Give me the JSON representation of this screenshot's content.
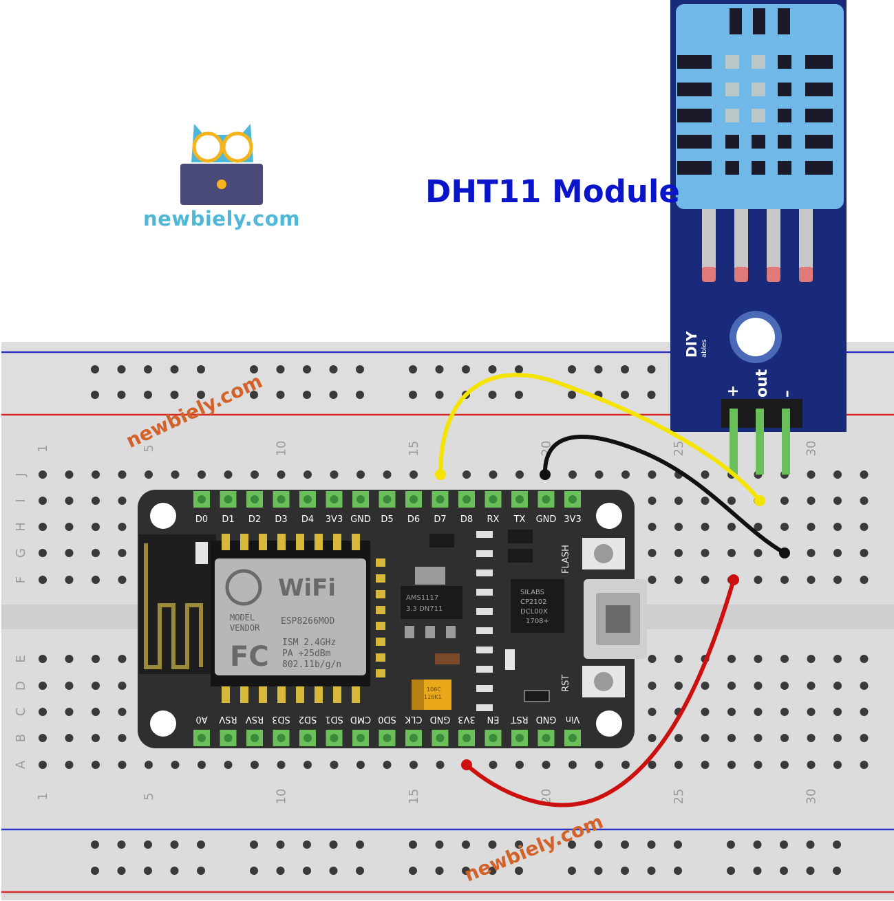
{
  "brand": {
    "name": "newbiely.com"
  },
  "title": "DHT11 Module",
  "watermarks": [
    "newbiely.com",
    "newbiely.com"
  ],
  "breadboard": {
    "row_letters_top": [
      "J",
      "I",
      "H",
      "G",
      "F"
    ],
    "row_letters_bottom": [
      "E",
      "D",
      "C",
      "B",
      "A"
    ],
    "column_numbers": [
      "1",
      "5",
      "10",
      "15",
      "20",
      "25",
      "30"
    ]
  },
  "esp8266": {
    "top_pins": [
      "D0",
      "D1",
      "D2",
      "D3",
      "D4",
      "3V3",
      "GND",
      "D5",
      "D6",
      "D7",
      "D8",
      "RX",
      "TX",
      "GND",
      "3V3"
    ],
    "bottom_pins": [
      "A0",
      "RSV",
      "RSV",
      "SD3",
      "SD2",
      "SD1",
      "CMD",
      "SD0",
      "CLK",
      "GND",
      "3V3",
      "EN",
      "RST",
      "GND",
      "Vin"
    ],
    "module_label_1": "MODEL",
    "module_label_2": "VENDOR",
    "module_name": "ESP8266MOD",
    "wifi": "WiFi",
    "fcc": "FC",
    "spec_1": "ISM 2.4GHz",
    "spec_2": "PA +25dBm",
    "spec_3": "802.11b/g/n",
    "usb_chip": [
      "SILABS",
      "CP2102",
      "DCL00X",
      "1708+"
    ],
    "regulator": [
      "AMS1117",
      "3.3  DN711"
    ],
    "button_flash": "FLASH",
    "button_rst": "RST",
    "cap_text": [
      "106C",
      "116K1"
    ]
  },
  "dht11": {
    "pin_plus": "+",
    "pin_out": "out",
    "pin_minus": "–",
    "brand": "DIY",
    "brand_sub": "ables"
  },
  "wires": [
    {
      "name": "yellow",
      "color": "#f5e400",
      "from": "ESP D7",
      "to": "DHT11 out"
    },
    {
      "name": "black",
      "color": "#111111",
      "from": "ESP GND",
      "to": "DHT11 -"
    },
    {
      "name": "red",
      "color": "#cc0f0f",
      "from": "ESP 3V3",
      "to": "DHT11 +"
    }
  ]
}
